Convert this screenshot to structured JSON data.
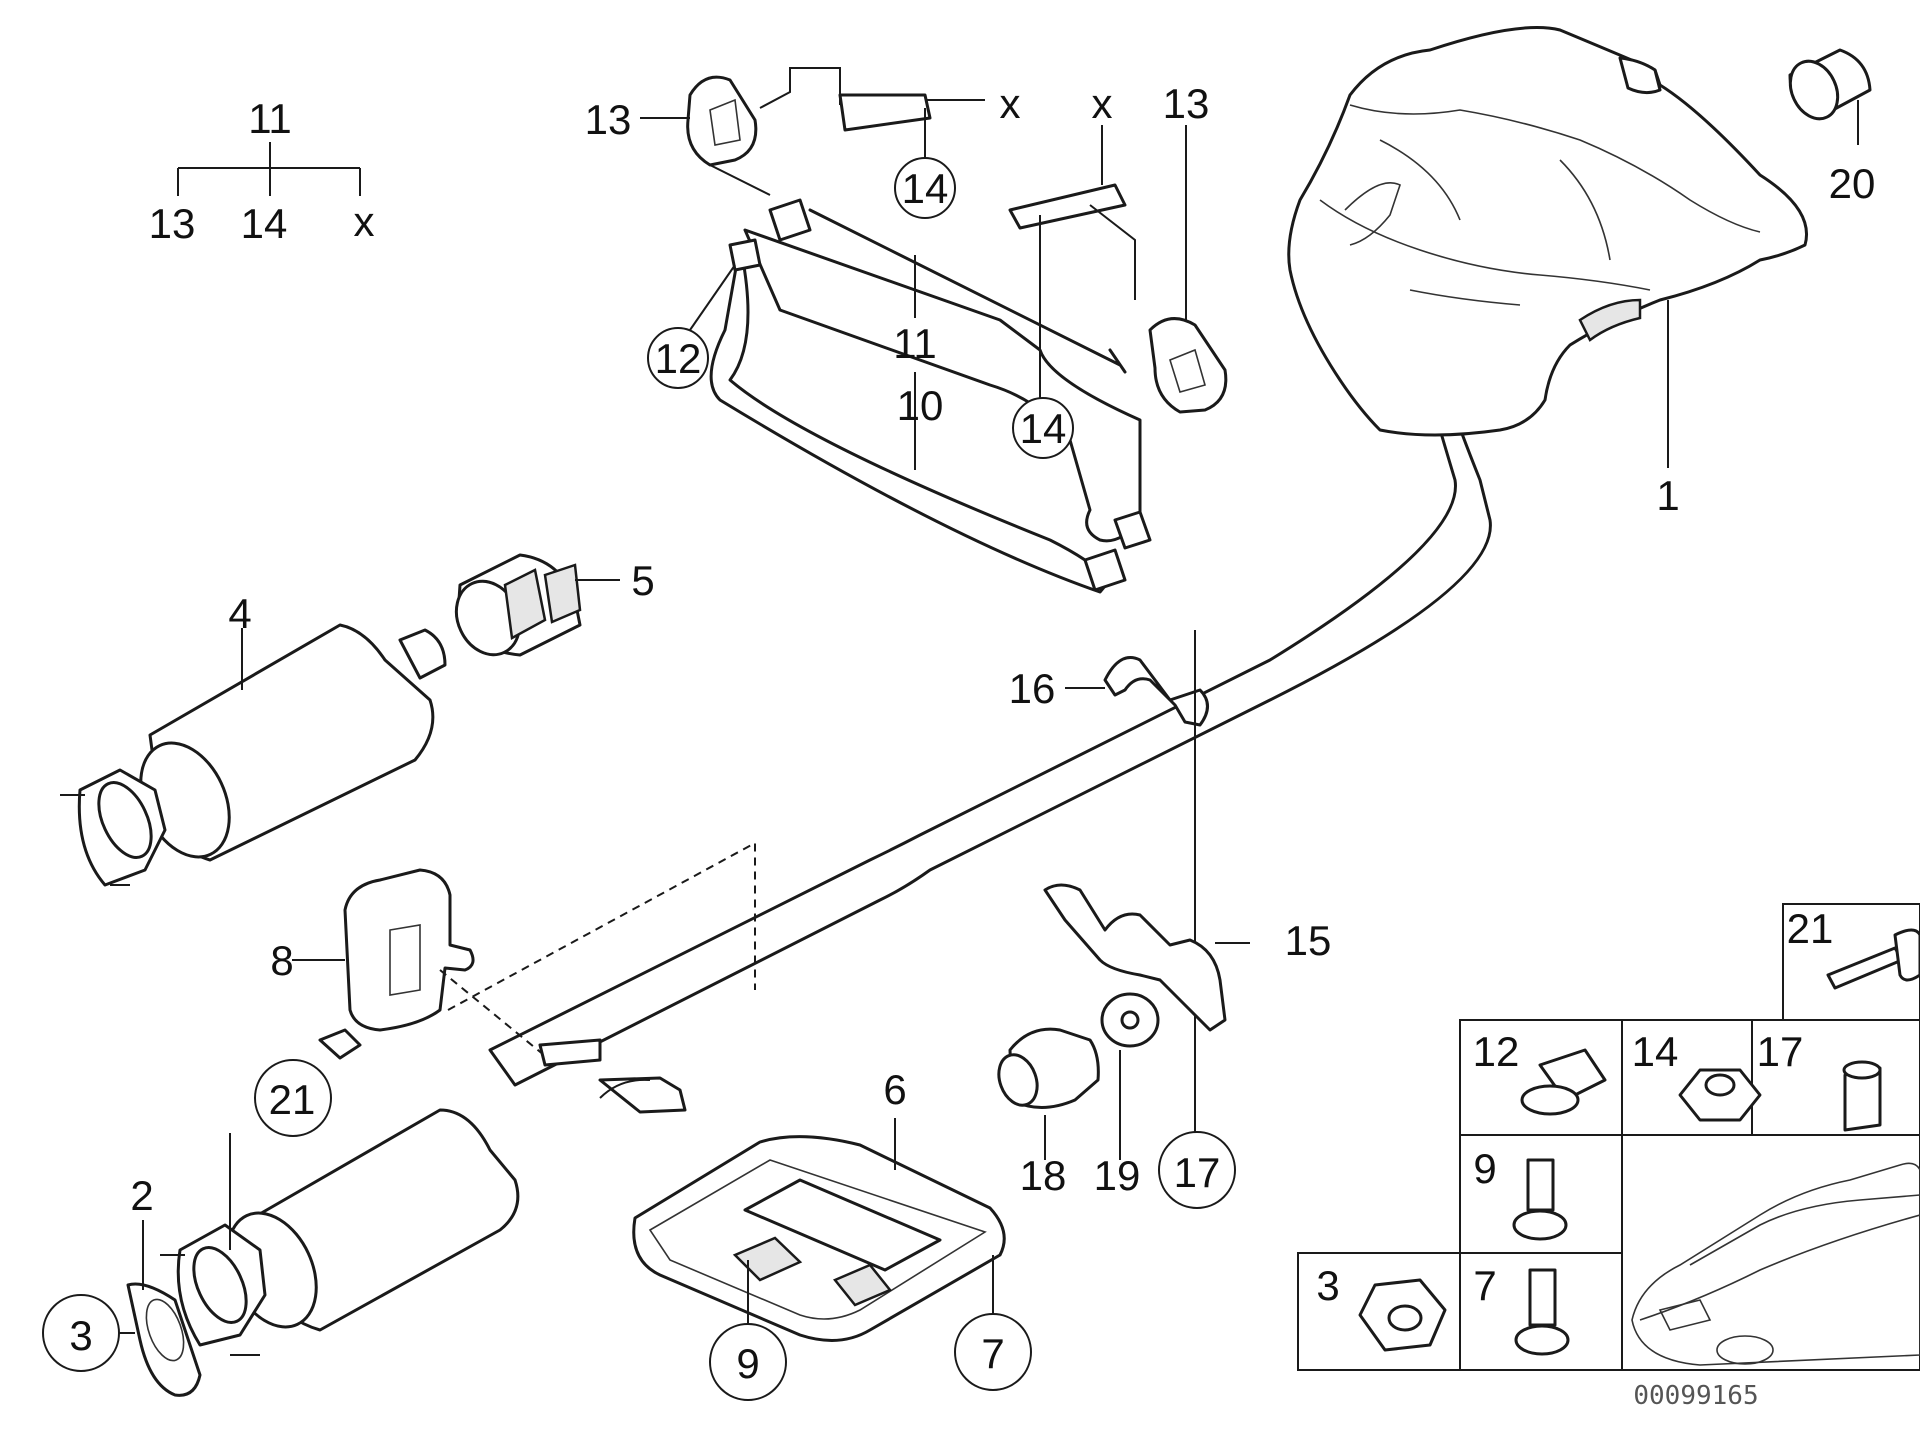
{
  "labels": {
    "kit_11": "11",
    "kit_13": "13",
    "kit_14": "14",
    "kit_x": "x",
    "p13a": "13",
    "p13b": "13",
    "p14a": "14",
    "p14b": "14",
    "pxa": "x",
    "pxb": "x",
    "p12": "12",
    "p11": "11",
    "p10": "10",
    "p20": "20",
    "p1": "1",
    "p4": "4",
    "p5": "5",
    "p16": "16",
    "p8": "8",
    "p15": "15",
    "p21": "21",
    "p2": "2",
    "p3": "3",
    "p6": "6",
    "p9": "9",
    "p7": "7",
    "p18": "18",
    "p19": "19",
    "p17": "17"
  },
  "legend": {
    "c21": "21",
    "c12": "12",
    "c14": "14",
    "c17": "17",
    "c9": "9",
    "c3": "3",
    "c7": "7"
  },
  "caption": "00099165"
}
